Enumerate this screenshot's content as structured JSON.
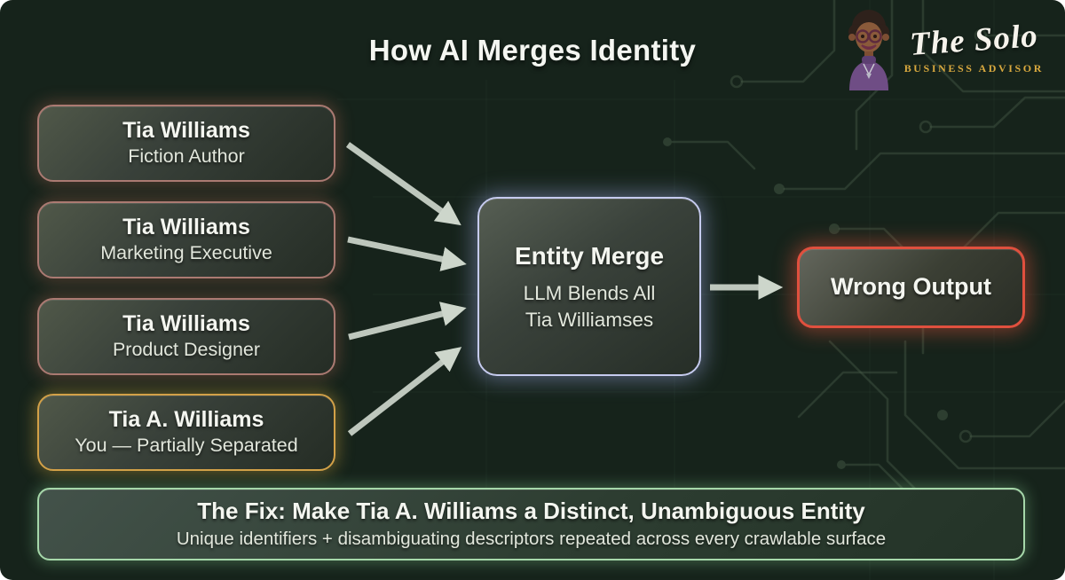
{
  "header": {
    "title": "How AI Merges Identity"
  },
  "logo": {
    "brand_line1": "The Solo",
    "brand_line2": "BUSINESS ADVISOR",
    "accent_color": "#d9a93f",
    "avatar": "woman-avatar-icon"
  },
  "sources": [
    {
      "name": "Tia Williams",
      "role": "Fiction Author",
      "border_color": "#ab7a72"
    },
    {
      "name": "Tia Williams",
      "role": "Marketing Executive",
      "border_color": "#ab7a72"
    },
    {
      "name": "Tia Williams",
      "role": "Product Designer",
      "border_color": "#ab7a72"
    },
    {
      "name": "Tia A. Williams",
      "role": "You — Partially Separated",
      "border_color": "#d3a148"
    }
  ],
  "merge": {
    "title": "Entity Merge",
    "subtitle_line1": "LLM Blends All",
    "subtitle_line2": "Tia Williamses",
    "border_color": "#c6cbef"
  },
  "output": {
    "label": "Wrong Output",
    "border_color": "#e0503e"
  },
  "fix": {
    "title": "The Fix: Make Tia A. Williams a Distinct, Unambiguous Entity",
    "subtitle": "Unique identifiers + disambiguating descriptors repeated across every crawlable surface",
    "border_color": "#a6d8aa"
  },
  "colors": {
    "background": "#16231b",
    "arrow": "#cdd6cb",
    "circuit_trace": "#4a604c"
  }
}
